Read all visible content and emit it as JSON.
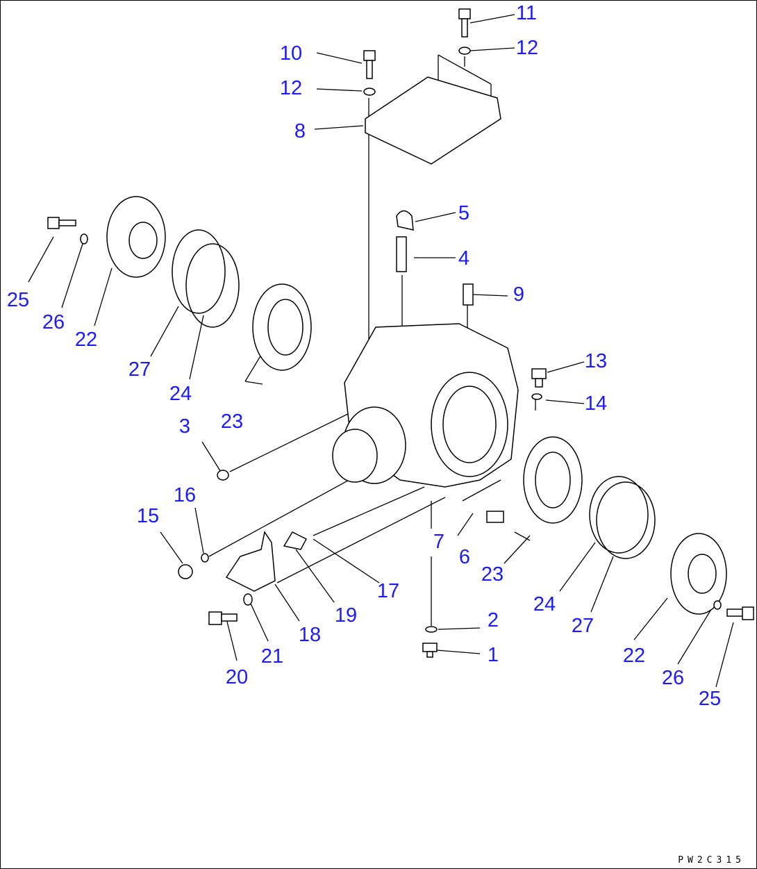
{
  "diagram_code": "PW2C315",
  "labels": [
    "11",
    "12",
    "10",
    "12",
    "8",
    "5",
    "4",
    "9",
    "25",
    "26",
    "22",
    "27",
    "24",
    "23",
    "13",
    "14",
    "3",
    "16",
    "15",
    "7",
    "6",
    "23",
    "17",
    "19",
    "24",
    "27",
    "18",
    "2",
    "1",
    "21",
    "20",
    "22",
    "26",
    "25"
  ]
}
